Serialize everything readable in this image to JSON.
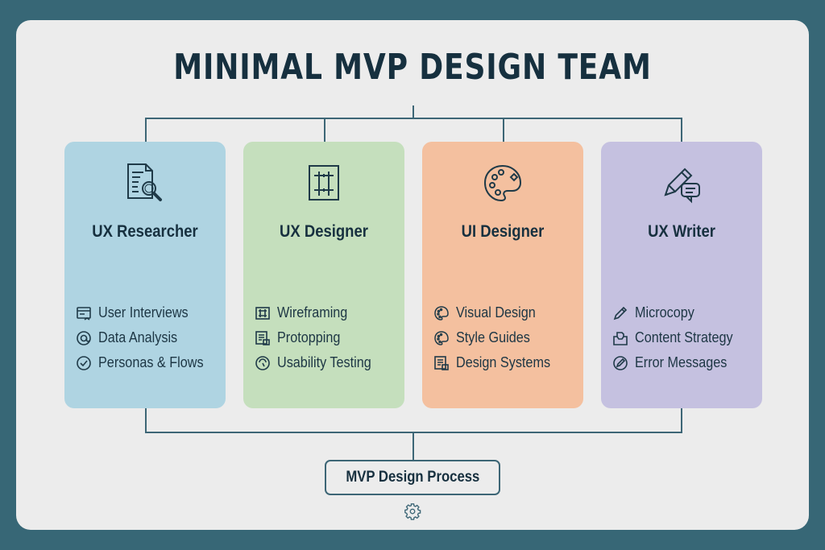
{
  "title": "MINIMAL MVP DESIGN TEAM",
  "roles": [
    {
      "name": "UX Researcher",
      "icon": "document-search-icon",
      "color": "#afd4e2",
      "tasks": [
        {
          "label": "User Interviews",
          "icon": "browser-window-icon"
        },
        {
          "label": "Data Analysis",
          "icon": "at-sign-icon"
        },
        {
          "label": "Personas & Flows",
          "icon": "check-circle-icon"
        }
      ]
    },
    {
      "name": "UX Designer",
      "icon": "wireframe-grid-icon",
      "color": "#c5dfbd",
      "tasks": [
        {
          "label": "Wireframing",
          "icon": "wireframe-icon"
        },
        {
          "label": "Protopping",
          "icon": "prototype-doc-icon"
        },
        {
          "label": "Usability Testing",
          "icon": "gauge-icon"
        }
      ]
    },
    {
      "name": "UI Designer",
      "icon": "palette-icon",
      "color": "#f4c09f",
      "tasks": [
        {
          "label": "Visual Design",
          "icon": "palette-icon"
        },
        {
          "label": "Style Guides",
          "icon": "palette-icon"
        },
        {
          "label": "Design Systems",
          "icon": "document-list-icon"
        }
      ]
    },
    {
      "name": "UX Writer",
      "icon": "pencil-chat-icon",
      "color": "#c5c1e0",
      "tasks": [
        {
          "label": "Microcopy",
          "icon": "pencil-icon"
        },
        {
          "label": "Content Strategy",
          "icon": "inbox-icon"
        },
        {
          "label": "Error Messages",
          "icon": "pencil-circle-icon"
        }
      ]
    }
  ],
  "process": {
    "label": "MVP Design Process",
    "icon": "gear-icon"
  },
  "colors": {
    "background": "#376776",
    "panel": "#ececec",
    "text": "#17303f",
    "line": "#3d6676"
  }
}
